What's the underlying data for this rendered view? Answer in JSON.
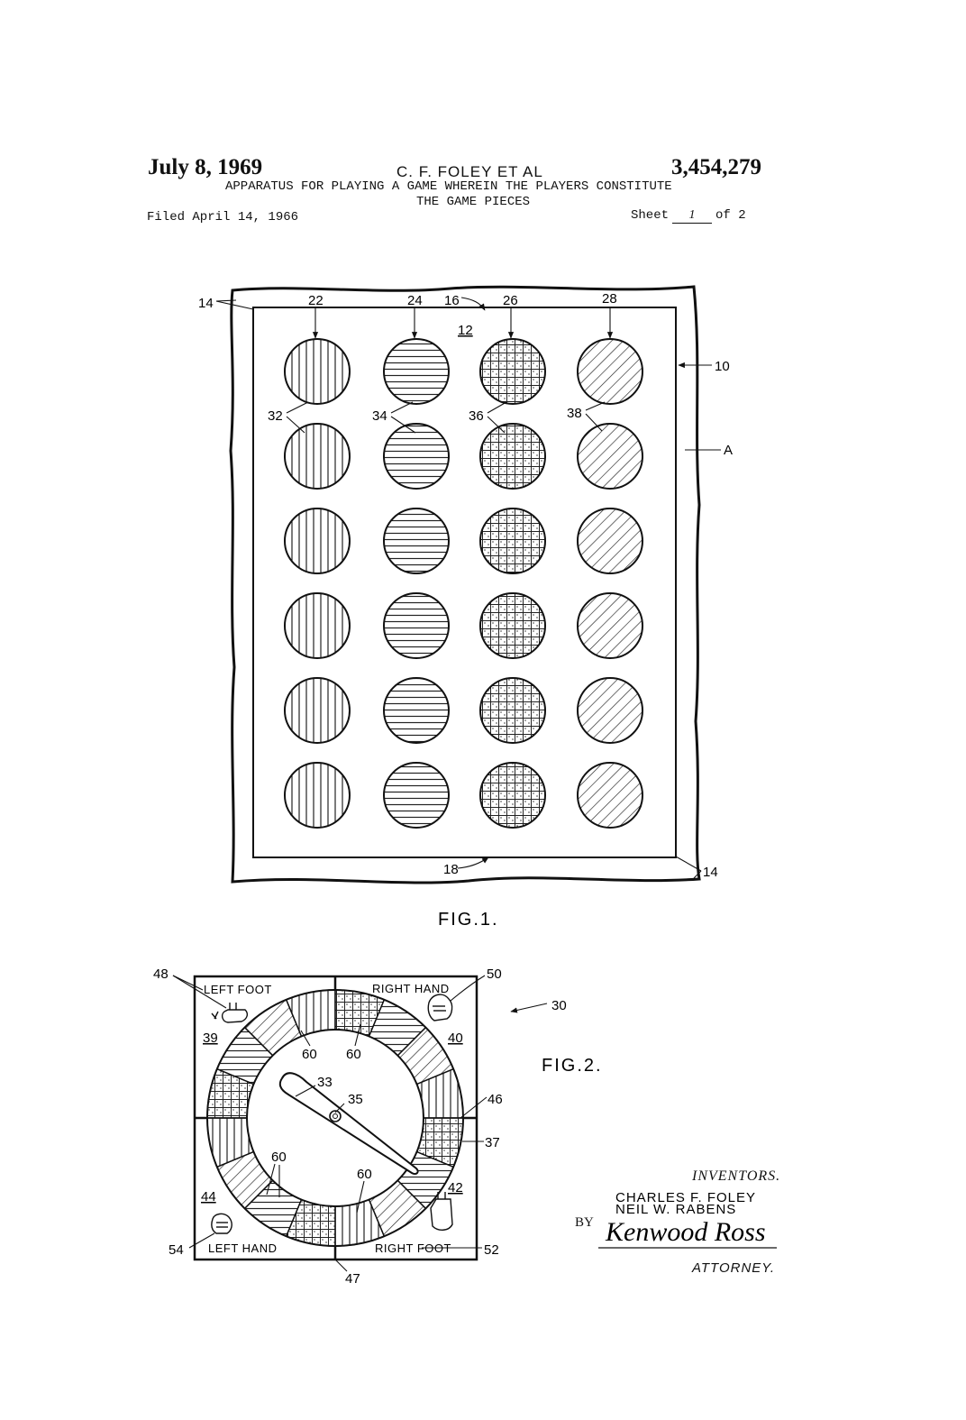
{
  "header": {
    "date": "July 8, 1969",
    "inventor": "C. F. FOLEY ET AL",
    "patent_number": "3,454,279",
    "title_line1": "APPARATUS FOR PLAYING A GAME WHEREIN THE PLAYERS CONSTITUTE",
    "title_line2": "THE GAME PIECES",
    "filed": "Filed April 14, 1966",
    "sheet_prefix": "Sheet",
    "sheet_number": "1",
    "sheet_suffix": "of 2"
  },
  "fig1": {
    "label": "FIG.1.",
    "refs": {
      "r14a": "14",
      "r14b": "14",
      "r22": "22",
      "r24": "24",
      "r16": "16",
      "r26": "26",
      "r28": "28",
      "r12": "12",
      "r10": "10",
      "r32": "32",
      "r34": "34",
      "r36": "36",
      "r38": "38",
      "rA": "A",
      "r18": "18"
    },
    "columns": [
      {
        "pattern": "vertical"
      },
      {
        "pattern": "horizontal"
      },
      {
        "pattern": "crosshatch"
      },
      {
        "pattern": "diagonal"
      }
    ],
    "rows": 6
  },
  "fig2": {
    "label": "FIG.2.",
    "quadrants": {
      "left_foot": "LEFT FOOT",
      "right_hand": "RIGHT HAND",
      "left_hand": "LEFT HAND",
      "right_foot": "RIGHT FOOT"
    },
    "refs": {
      "r48": "48",
      "r50": "50",
      "r30": "30",
      "r39": "39",
      "r40": "40",
      "r60a": "60",
      "r60b": "60",
      "r60c": "60",
      "r60d": "60",
      "r33": "33",
      "r35": "35",
      "r46": "46",
      "r37": "37",
      "r44": "44",
      "r42": "42",
      "r54": "54",
      "r52": "52",
      "r47": "47"
    }
  },
  "signature": {
    "inventors_label": "INVENTORS.",
    "name1": "CHARLES F. FOLEY",
    "name2": "NEIL W. RABENS",
    "by": "BY",
    "attorney_name": "Kenwood Ross",
    "attorney_label": "ATTORNEY."
  }
}
